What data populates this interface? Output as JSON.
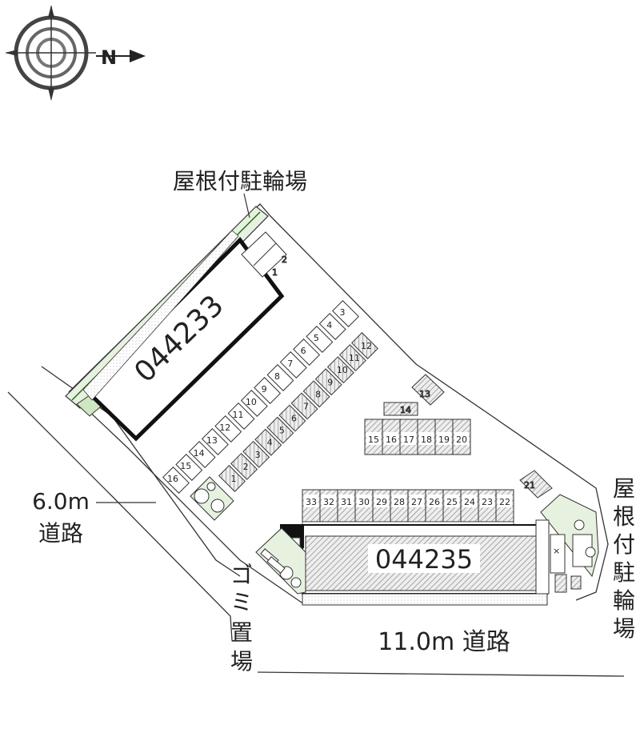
{
  "compass": {
    "north_label": "N"
  },
  "buildings": {
    "north": {
      "id": "044233"
    },
    "south": {
      "id": "044235"
    }
  },
  "labels": {
    "roofed_bike_parking_top": "屋根付駐輪場",
    "roofed_bike_parking_right": [
      "屋",
      "根",
      "付",
      "駐",
      "輪",
      "場"
    ],
    "road_left": {
      "width": "6.0m",
      "name": "道路"
    },
    "road_bottom": "11.0m 道路",
    "garbage": [
      "ゴ",
      "ミ",
      "置",
      "場"
    ]
  },
  "parking": {
    "top_pair": [
      "1",
      "2"
    ],
    "outer_row": [
      "3",
      "4",
      "5",
      "6",
      "7",
      "8",
      "9",
      "10",
      "11",
      "12",
      "13",
      "14",
      "15",
      "16"
    ],
    "inner_row": [
      "1",
      "2",
      "3",
      "4",
      "5",
      "6",
      "7",
      "8",
      "9",
      "10",
      "11",
      "12"
    ],
    "mid_single": [
      "13",
      "14"
    ],
    "mid_row": [
      "15",
      "16",
      "17",
      "18",
      "19",
      "20"
    ],
    "corner": [
      "21"
    ],
    "bottom_row": [
      "33",
      "32",
      "31",
      "30",
      "29",
      "28",
      "27",
      "26",
      "25",
      "24",
      "23",
      "22"
    ]
  },
  "colors": {
    "green_area": "#e6f2df",
    "hatch_gray": "#888888",
    "outline": "#222222"
  }
}
